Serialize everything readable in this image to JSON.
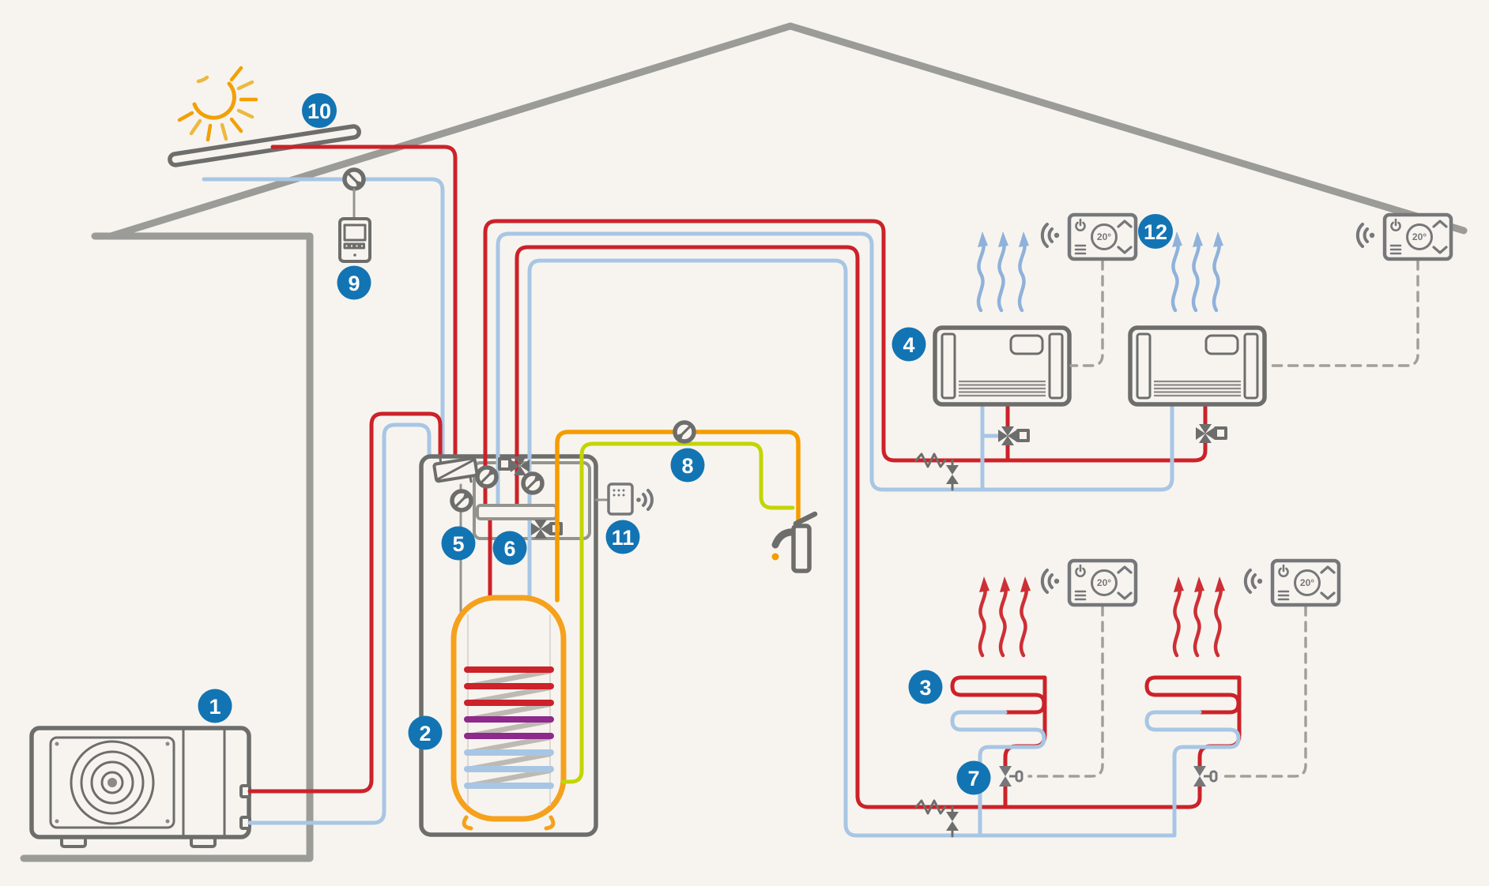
{
  "callouts": {
    "1": "1",
    "2": "2",
    "3": "3",
    "4": "4",
    "5": "5",
    "6": "6",
    "7": "7",
    "8": "8",
    "9": "9",
    "10": "10",
    "11": "11",
    "12": "12"
  },
  "thermostat": {
    "temperature": "20°"
  },
  "colors": {
    "background": "#f7f4ef",
    "structure_gray": "#9b9b97",
    "component_gray": "#6d6e6c",
    "heating_supply_red": "#cc2229",
    "heating_return_blue": "#a8c6e4",
    "dhw_hot_orange": "#f59c00",
    "cold_water_lime": "#c3d500",
    "tank_orange": "#f5a11d",
    "coil_purple": "#8e2a8b",
    "callout_blue": "#1374b3",
    "sun_yellow": "#f2a007",
    "thermostat_gray": "#76777a"
  },
  "icons": {
    "sun-icon": "open-arc-with-rays",
    "solar-collector-icon": "slanted-rounded-bar",
    "pump-icon": "circle-with-diagonal-arrow",
    "three-way-valve-icon": "cross-pinwheel-with-actuator-square",
    "zone-valve-icon": "hourglass-with-stem-knob",
    "differential-valve-icon": "spring-zigzag-with-hourglass",
    "controller-icon": "box-with-screen-and-buttons",
    "wireless-module-icon": "box-with-dots-and-signal-waves",
    "wifi-icon": "two-arcs-with-dot",
    "thermostat-icon": "panel-with-power-menu-dial-chevrons",
    "faucet-icon": "tap-with-orange-drip",
    "fan-coil-icon": "wall-unit-with-louvres-and-vent",
    "floor-heating-icon": "serpentine-pipe-loop",
    "heat-pump-icon": "outdoor-unit-with-round-fan",
    "tank-icon": "orange-cylinder-with-coil",
    "heat-exchanger-icon": "tilted-box-with-diagonal",
    "air-flow-icon": "three-wavy-arrows"
  }
}
